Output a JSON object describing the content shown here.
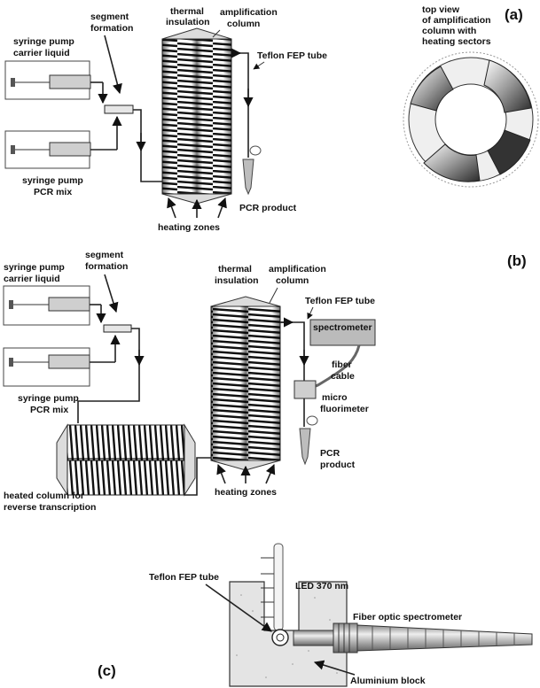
{
  "panel_a": {
    "tag": "(a)",
    "syringe_carrier": [
      "syringe pump",
      "carrier liquid"
    ],
    "segment_formation": [
      "segment",
      "formation"
    ],
    "thermal_insulation": [
      "thermal",
      "insulation"
    ],
    "amplification_column": [
      "amplification",
      "column"
    ],
    "teflon_tube": "Teflon FEP tube",
    "syringe_pcr": [
      "syringe pump",
      "PCR mix"
    ],
    "pcr_product": "PCR product",
    "heating_zones": "heating zones",
    "top_view": [
      "top view",
      "of amplification",
      "column with",
      "heating sectors"
    ]
  },
  "panel_b": {
    "tag": "(b)",
    "syringe_carrier": [
      "syringe pump",
      "carrier liquid"
    ],
    "segment_formation": [
      "segment",
      "formation"
    ],
    "thermal_insulation": [
      "thermal",
      "insulation"
    ],
    "amplification_column": [
      "amplification",
      "column"
    ],
    "teflon_tube": "Teflon FEP tube",
    "spectrometer": "spectrometer",
    "fiber_cable": [
      "fiber",
      "cable"
    ],
    "micro_fluorimeter": [
      "micro",
      "fluorimeter"
    ],
    "syringe_pcr": [
      "syringe pump",
      "PCR mix"
    ],
    "pcr_product": [
      "PCR",
      "product"
    ],
    "heating_zones": "heating zones",
    "heated_column": [
      "heated column for",
      "reverse transcription"
    ]
  },
  "panel_c": {
    "tag": "(c)",
    "led": "LED 370 nm",
    "teflon_tube": "Teflon FEP tube",
    "fiber_spectrometer": "Fiber optic spectrometer",
    "aluminium_block": "Aluminium block"
  }
}
